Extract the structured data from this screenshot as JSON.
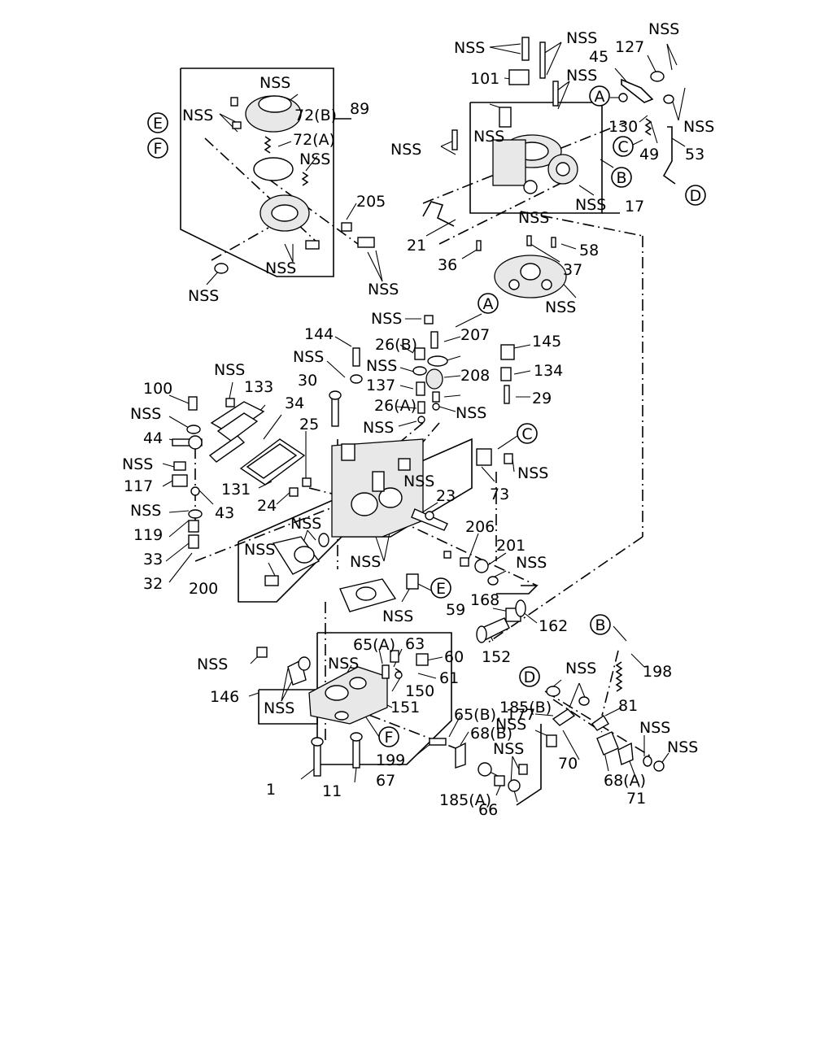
{
  "labels": [
    {
      "id": "nss-a",
      "text": "NSS"
    },
    {
      "id": "nss-b",
      "text": "NSS"
    },
    {
      "id": "nss-c",
      "text": "NSS"
    },
    {
      "id": "nss-d",
      "text": "NSS"
    },
    {
      "id": "nss-e",
      "text": "NSS"
    },
    {
      "id": "nss-f",
      "text": "NSS"
    },
    {
      "id": "nss-g",
      "text": "NSS"
    },
    {
      "id": "nss-h",
      "text": "NSS"
    },
    {
      "id": "nss-i",
      "text": "NSS"
    },
    {
      "id": "nss-j",
      "text": "NSS"
    },
    {
      "id": "nss-k",
      "text": "NSS"
    },
    {
      "id": "nss-l",
      "text": "NSS"
    },
    {
      "id": "nss-m",
      "text": "NSS"
    },
    {
      "id": "nss-n",
      "text": "NSS"
    },
    {
      "id": "nss-o",
      "text": "NSS"
    },
    {
      "id": "nss-p",
      "text": "NSS"
    },
    {
      "id": "nss-q",
      "text": "NSS"
    },
    {
      "id": "nss-r",
      "text": "NSS"
    },
    {
      "id": "nss-s",
      "text": "NSS"
    },
    {
      "id": "nss-t",
      "text": "NSS"
    },
    {
      "id": "nss-u",
      "text": "NSS"
    },
    {
      "id": "nss-v",
      "text": "NSS"
    },
    {
      "id": "nss-w",
      "text": "NSS"
    },
    {
      "id": "nss-x",
      "text": "NSS"
    },
    {
      "id": "nss-y",
      "text": "NSS"
    },
    {
      "id": "nss-z",
      "text": "NSS"
    },
    {
      "id": "nss-aa",
      "text": "NSS"
    },
    {
      "id": "nss-ab",
      "text": "NSS"
    },
    {
      "id": "nss-ac",
      "text": "NSS"
    },
    {
      "id": "nss-ad",
      "text": "NSS"
    },
    {
      "id": "nss-ae",
      "text": "NSS"
    },
    {
      "id": "nss-af",
      "text": "NSS"
    },
    {
      "id": "nss-ag",
      "text": "NSS"
    },
    {
      "id": "nss-ah",
      "text": "NSS"
    },
    {
      "id": "nss-ai",
      "text": "NSS"
    },
    {
      "id": "nss-aj",
      "text": "NSS"
    },
    {
      "id": "nss-ak",
      "text": "NSS"
    },
    {
      "id": "nss-al",
      "text": "NSS"
    },
    {
      "id": "nss-am",
      "text": "NSS"
    },
    {
      "id": "nss-an",
      "text": "NSS"
    },
    {
      "id": "p1",
      "text": "1"
    },
    {
      "id": "p11",
      "text": "11"
    },
    {
      "id": "p17",
      "text": "17"
    },
    {
      "id": "p21",
      "text": "21"
    },
    {
      "id": "p23",
      "text": "23"
    },
    {
      "id": "p24",
      "text": "24"
    },
    {
      "id": "p25",
      "text": "25"
    },
    {
      "id": "p26a",
      "text": "26(A)"
    },
    {
      "id": "p26b",
      "text": "26(B)"
    },
    {
      "id": "p29",
      "text": "29"
    },
    {
      "id": "p30",
      "text": "30"
    },
    {
      "id": "p32",
      "text": "32"
    },
    {
      "id": "p33",
      "text": "33"
    },
    {
      "id": "p34",
      "text": "34"
    },
    {
      "id": "p36",
      "text": "36"
    },
    {
      "id": "p37",
      "text": "37"
    },
    {
      "id": "p43",
      "text": "43"
    },
    {
      "id": "p44",
      "text": "44"
    },
    {
      "id": "p45",
      "text": "45"
    },
    {
      "id": "p49",
      "text": "49"
    },
    {
      "id": "p53",
      "text": "53"
    },
    {
      "id": "p58",
      "text": "58"
    },
    {
      "id": "p59",
      "text": "59"
    },
    {
      "id": "p60",
      "text": "60"
    },
    {
      "id": "p61",
      "text": "61"
    },
    {
      "id": "p63",
      "text": "63"
    },
    {
      "id": "p65a",
      "text": "65(A)"
    },
    {
      "id": "p65b",
      "text": "65(B), 177"
    },
    {
      "id": "p66",
      "text": "66"
    },
    {
      "id": "p67",
      "text": "67"
    },
    {
      "id": "p68a",
      "text": "68(A)"
    },
    {
      "id": "p68b",
      "text": "68(B)"
    },
    {
      "id": "p70",
      "text": "70"
    },
    {
      "id": "p71",
      "text": "71"
    },
    {
      "id": "p72a",
      "text": "72(A)"
    },
    {
      "id": "p72b",
      "text": "72(B)"
    },
    {
      "id": "p73",
      "text": "73"
    },
    {
      "id": "p81",
      "text": "81"
    },
    {
      "id": "p89",
      "text": "89"
    },
    {
      "id": "p100",
      "text": "100"
    },
    {
      "id": "p101",
      "text": "101"
    },
    {
      "id": "p117",
      "text": "117"
    },
    {
      "id": "p119",
      "text": "119"
    },
    {
      "id": "p127",
      "text": "127"
    },
    {
      "id": "p130",
      "text": "130"
    },
    {
      "id": "p131",
      "text": "131"
    },
    {
      "id": "p133",
      "text": "133"
    },
    {
      "id": "p134",
      "text": "134"
    },
    {
      "id": "p137",
      "text": "137"
    },
    {
      "id": "p144",
      "text": "144"
    },
    {
      "id": "p145",
      "text": "145"
    },
    {
      "id": "p146",
      "text": "146"
    },
    {
      "id": "p150",
      "text": "150"
    },
    {
      "id": "p151",
      "text": "151"
    },
    {
      "id": "p152",
      "text": "152"
    },
    {
      "id": "p162",
      "text": "162"
    },
    {
      "id": "p168",
      "text": "168"
    },
    {
      "id": "p185a",
      "text": "185(A)"
    },
    {
      "id": "p185b",
      "text": "185(B)"
    },
    {
      "id": "p198",
      "text": "198"
    },
    {
      "id": "p199",
      "text": "199"
    },
    {
      "id": "p200",
      "text": "200"
    },
    {
      "id": "p201",
      "text": "201"
    },
    {
      "id": "p205",
      "text": "205"
    },
    {
      "id": "p206",
      "text": "206"
    },
    {
      "id": "p207",
      "text": "207"
    },
    {
      "id": "p208",
      "text": "208"
    }
  ],
  "callouts": [
    {
      "id": "ref-a-top",
      "text": "A"
    },
    {
      "id": "ref-a-mid",
      "text": "A"
    },
    {
      "id": "ref-b-top",
      "text": "B"
    },
    {
      "id": "ref-b-bot",
      "text": "B"
    },
    {
      "id": "ref-c-top",
      "text": "C"
    },
    {
      "id": "ref-c-mid",
      "text": "C"
    },
    {
      "id": "ref-d-top",
      "text": "D"
    },
    {
      "id": "ref-d-bot",
      "text": "D"
    },
    {
      "id": "ref-e-top",
      "text": "E"
    },
    {
      "id": "ref-e-mid",
      "text": "E"
    },
    {
      "id": "ref-f-top",
      "text": "F"
    },
    {
      "id": "ref-f-bot",
      "text": "F"
    }
  ]
}
